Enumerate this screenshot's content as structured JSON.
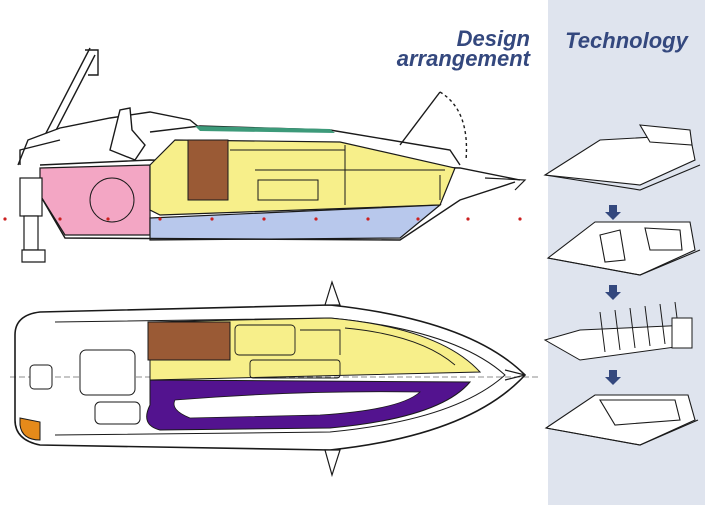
{
  "titles": {
    "design_line1": "Design",
    "design_line2": "arrangement",
    "technology": "Technology"
  },
  "colors": {
    "title_text": "#34487e",
    "tech_panel_bg": "#dfe4ee",
    "arrow": "#34487e",
    "hull_line": "#1a1a1a",
    "engine_room": "#f3a6c4",
    "cabin": "#f7ef8a",
    "galley": "#9a5a35",
    "bilge": "#b8c8ec",
    "deck_purple": "#53138f",
    "bow_orange": "#e58a1a",
    "waterline_dots": "#cc2020"
  },
  "icons": [
    "down-arrow-icon",
    "down-arrow-icon",
    "down-arrow-icon"
  ]
}
